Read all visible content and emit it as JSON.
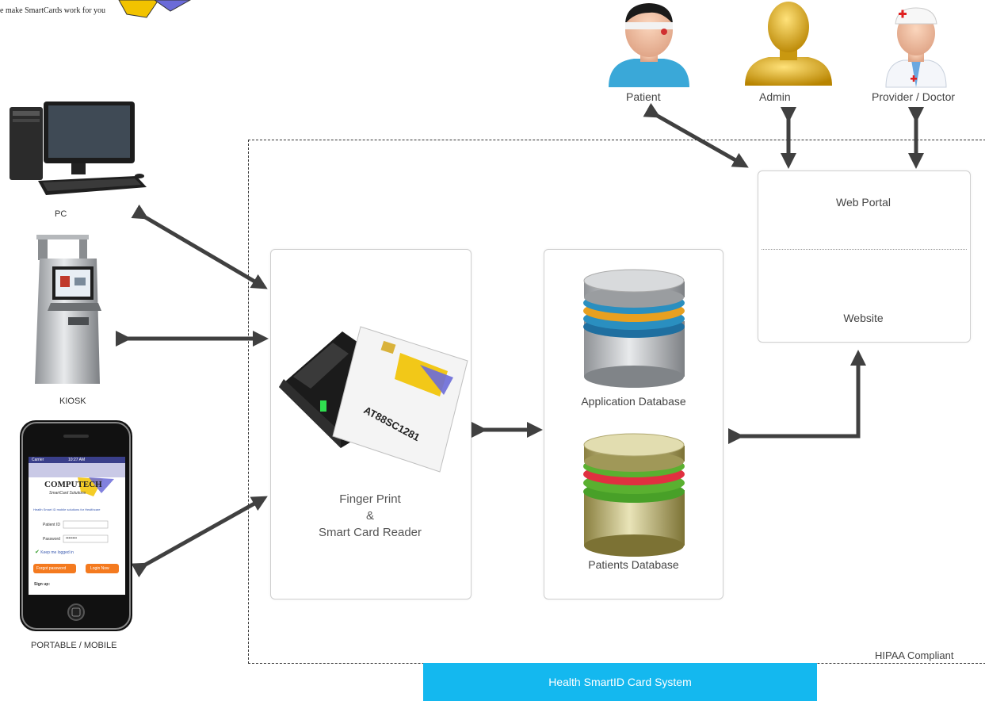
{
  "header": {
    "tagline": "e make SmartCards work for you"
  },
  "devices": {
    "pc_label": "PC",
    "kiosk_label": "KIOSK",
    "mobile_label": "PORTABLE / MOBILE"
  },
  "users": {
    "patient_label": "Patient",
    "admin_label": "Admin",
    "provider_label": "Provider / Doctor"
  },
  "reader": {
    "line1": "Finger Print",
    "line2": "&",
    "line3": "Smart Card Reader"
  },
  "databases": {
    "application_label": "Application Database",
    "patients_label": "Patients Database"
  },
  "portal": {
    "web_portal_label": "Web Portal",
    "website_label": "Website"
  },
  "compliance_label": "HIPAA Compliant",
  "system_banner": "Health SmartID Card System",
  "mobile_screen": {
    "status_carrier": "Carrier",
    "status_time": "10:27 AM",
    "brand": "COMPUTECH",
    "brand_sub": "SmartCard Solutions",
    "subtitle": "Health Smart ID mobile solutions for Healthcare",
    "patient_id_label": "Patient ID",
    "password_label": "Password",
    "password_value": "••••••••",
    "keep_logged": "Keep me logged in",
    "forgot_button": "Forgot password",
    "login_button": "Login Now",
    "signup_text": "Sign up:"
  },
  "colors": {
    "banner": "#14b8ef",
    "arrow": "#404040",
    "db_app_rings": [
      "#e8a020",
      "#2a8fc0",
      "#1f6fa0"
    ],
    "db_patient_rings": [
      "#5ab030",
      "#e03040",
      "#48a028"
    ]
  }
}
